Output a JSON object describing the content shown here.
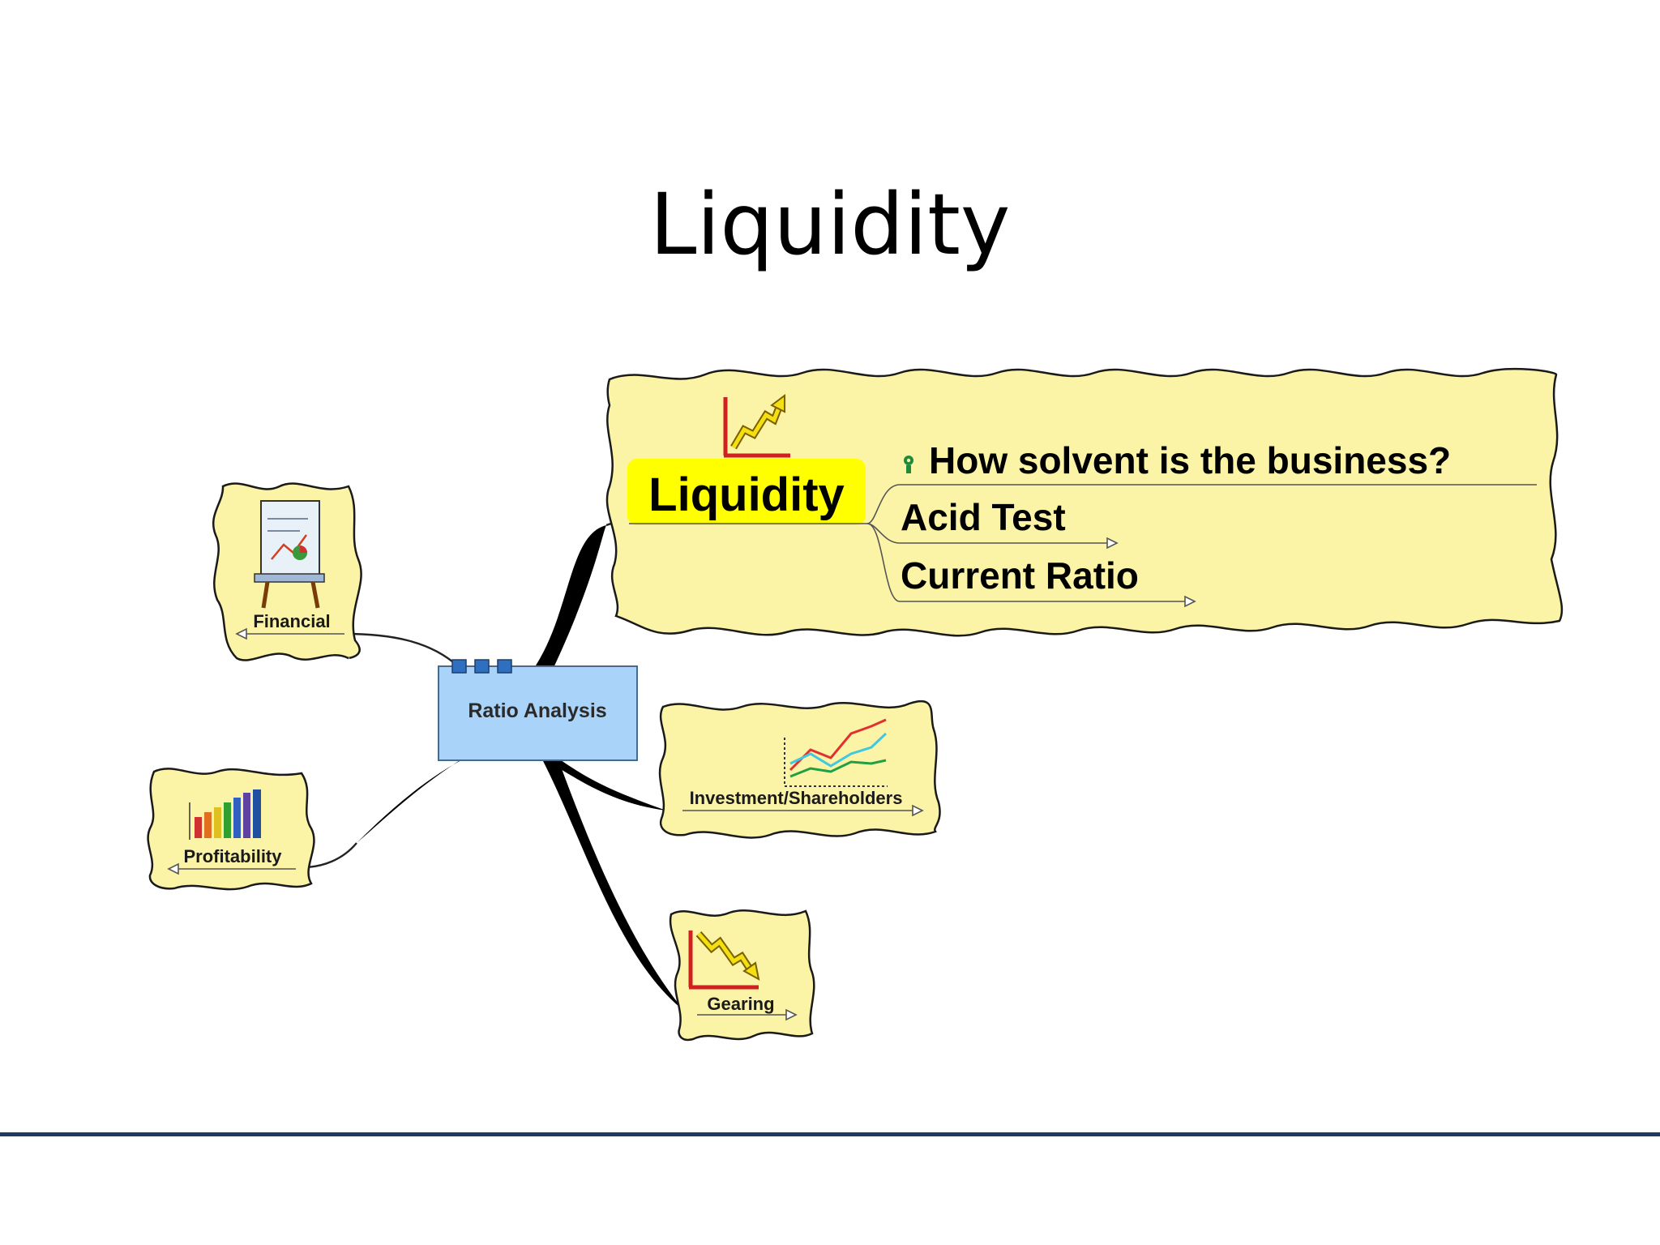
{
  "slide": {
    "title": "Liquidity"
  },
  "mindmap": {
    "root": "Ratio Analysis",
    "nodes": {
      "financial": "Financial",
      "profitability": "Profitability",
      "investment": "Investment/Shareholders",
      "gearing": "Gearing",
      "liquidity": "Liquidity"
    },
    "liquidity_children": {
      "question": "How solvent is the business?",
      "acid_test": "Acid Test",
      "current_ratio": "Current Ratio"
    },
    "icons": {
      "financial": "flipchart-icon",
      "profitability": "bar-chart-icon",
      "investment": "line-graph-icon",
      "gearing": "falling-trend-icon",
      "liquidity": "rising-trend-icon",
      "question": "question-mark-icon"
    },
    "colors": {
      "bubble_fill": "#fbf3a6",
      "root_fill": "#a9d3f8",
      "highlight": "#ffff00",
      "footer_rule": "#1f3a66"
    }
  }
}
